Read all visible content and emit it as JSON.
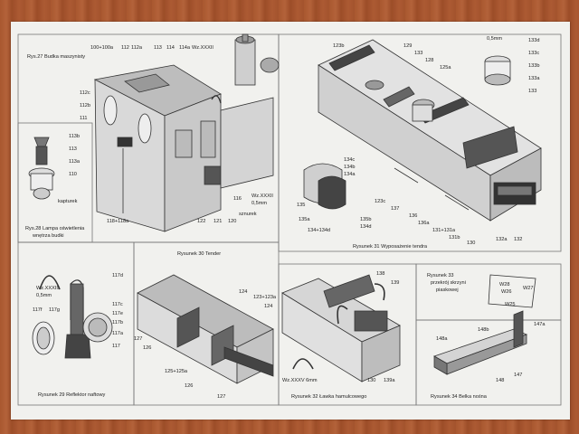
{
  "panels": {
    "rys27": {
      "title": "Rys.27  Budka maszynisty",
      "labels": {
        "l100": "100+100a",
        "l112": "112",
        "l112a": "112a",
        "l113": "113",
        "l114": "114",
        "l114a": "114a",
        "lwz": "Wz.XXXII",
        "l112c": "112c",
        "l112b": "112b",
        "l111": "111",
        "l116": "116",
        "lwz2": "Wz.XXXII",
        "l05": "0,5mm",
        "lsznurek": "sznurek",
        "l118": "118+118a",
        "l122": "122",
        "l121": "121",
        "l120": "120"
      }
    },
    "rys28": {
      "title_line1": "Rys.28  Lampa oświetlenia",
      "title_line2": "wnętrza budki",
      "labels": {
        "l113b": "113b",
        "l113": "113",
        "l113a": "113a",
        "l110": "110",
        "lkapturek": "kapturek"
      }
    },
    "rys31": {
      "title": "Rysunek 31  Wyposażenie tendra",
      "labels": {
        "l123b": "123b",
        "l129": "129",
        "l133": "133",
        "l128": "128",
        "l125a": "125a",
        "l05": "0,5mm",
        "l133d": "133d",
        "l133c": "133c",
        "l133b": "133b",
        "l133a": "133a",
        "l133e": "133",
        "l134c": "134c",
        "l134b": "134b",
        "l134a": "134a",
        "l135": "135",
        "l135a": "135a",
        "l134134d": "134+134d",
        "l135b": "135b",
        "l134d": "134d",
        "l123c": "123c",
        "l137": "137",
        "l136": "136",
        "l136a": "136a",
        "l131": "131+131a",
        "l131b": "131b",
        "l130": "130",
        "l132a": "132a",
        "l132": "132"
      }
    },
    "rys29": {
      "title": "Rysunek 29  Reflektor naftowy",
      "labels": {
        "lwz": "Wz.XXXIII",
        "l05": "0,5mm",
        "l117d": "117d",
        "l117f": "117f",
        "l117g": "117g",
        "l117c": "117c",
        "l117e": "117e",
        "l117b": "117b",
        "l117a": "117a",
        "l117": "117"
      }
    },
    "rys30": {
      "title": "Rysunek 30  Tender",
      "labels": {
        "l124": "124",
        "l123": "123+123a",
        "l124b": "124",
        "l127": "127",
        "l126": "126",
        "l125": "125+125a",
        "l126b": "126",
        "l127b": "127"
      }
    },
    "rys32": {
      "title": "Rysunek 32  Ławka hamulcowego",
      "labels": {
        "l138": "138",
        "l139": "139",
        "lwz": "Wz.XXXV 6mm",
        "l130": "130",
        "l139a": "139a"
      }
    },
    "rys33": {
      "title_line1": "Rysunek 33",
      "title_line2": "przekrój skrzyni",
      "title_line3": "piaskowej",
      "labels": {
        "w28": "W28",
        "w27": "W27",
        "w26": "W26",
        "w25": "W25"
      }
    },
    "rys34": {
      "title": "Rysunek 34  Belka nośna",
      "labels": {
        "l148a": "148a",
        "l148b": "148b",
        "l147a": "147a",
        "l147": "147",
        "l148": "148"
      }
    }
  },
  "colors": {
    "sheet": "#f1f1ee",
    "line": "#333333",
    "grey": "#9a9a9a",
    "dark": "#4a4a4a",
    "wood": "#a8562f"
  }
}
